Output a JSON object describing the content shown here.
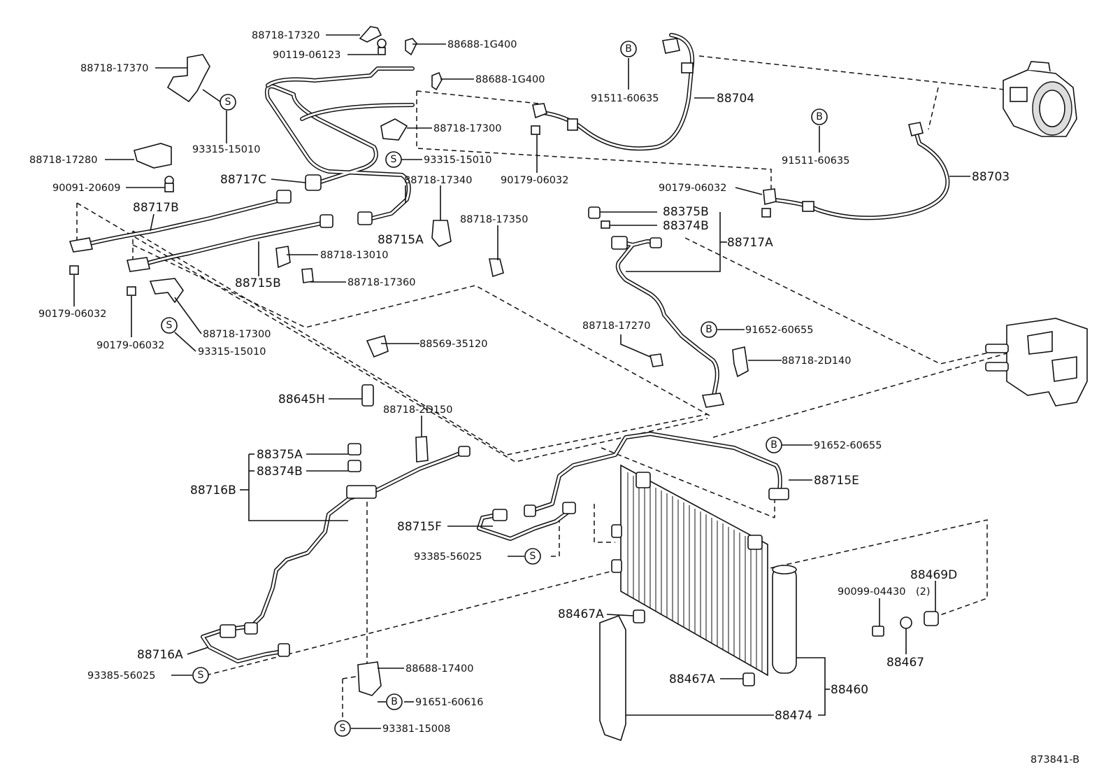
{
  "diagram": {
    "drawing_number": "873841-B",
    "labels": {
      "p88718_17320": "88718-17320",
      "p90119_06123": "90119-06123",
      "p88688_1G400a": "88688-1G400",
      "p88688_1G400b": "88688-1G400",
      "p88718_17370": "88718-17370",
      "p93315_15010a": "93315-15010",
      "p88718_17300a": "88718-17300",
      "p93315_15010b": "93315-15010",
      "p88718_17280": "88718-17280",
      "p90091_20609": "90091-20609",
      "p88717C": "88717C",
      "p88717B": "88717B",
      "p88718_17340": "88718-17340",
      "p88715A": "88715A",
      "p88718_17350": "88718-17350",
      "p88715B": "88715B",
      "p88718_13010": "88718-13010",
      "p88718_17360": "88718-17360",
      "p90179_06032a": "90179-06032",
      "p90179_06032b": "90179-06032",
      "p88718_17300b": "88718-17300",
      "p93315_15010c": "93315-15010",
      "p91511_60635a": "91511-60635",
      "p88704": "88704",
      "p90179_06032c": "90179-06032",
      "p91511_60635b": "91511-60635",
      "p88703": "88703",
      "p90179_06032d": "90179-06032",
      "p88375B": "88375B",
      "p88374B_top": "88374B",
      "p88717A": "88717A",
      "p88718_17270": "88718-17270",
      "p91652_60655a": "91652-60655",
      "p88718_2D140": "88718-2D140",
      "p88569_35120": "88569-35120",
      "p88645H": "88645H",
      "p88718_2D150": "88718-2D150",
      "p88375A": "88375A",
      "p88374B_bot": "88374B",
      "p88716B": "88716B",
      "p91652_60655b": "91652-60655",
      "p88715E": "88715E",
      "p88715F": "88715F",
      "p93385_56025a": "93385-56025",
      "p88469D": "88469D",
      "p90099_04430": "90099-04430",
      "qty_2": "(2)",
      "p88467A_a": "88467A",
      "p88467": "88467",
      "p88716A": "88716A",
      "p93385_56025b": "93385-56025",
      "p88688_17400": "88688-17400",
      "p88467A_b": "88467A",
      "p91651_60616": "91651-60616",
      "p88460": "88460",
      "p88474": "88474",
      "p93381_15008": "93381-15008"
    },
    "markers": {
      "B": "B",
      "S": "S"
    }
  }
}
